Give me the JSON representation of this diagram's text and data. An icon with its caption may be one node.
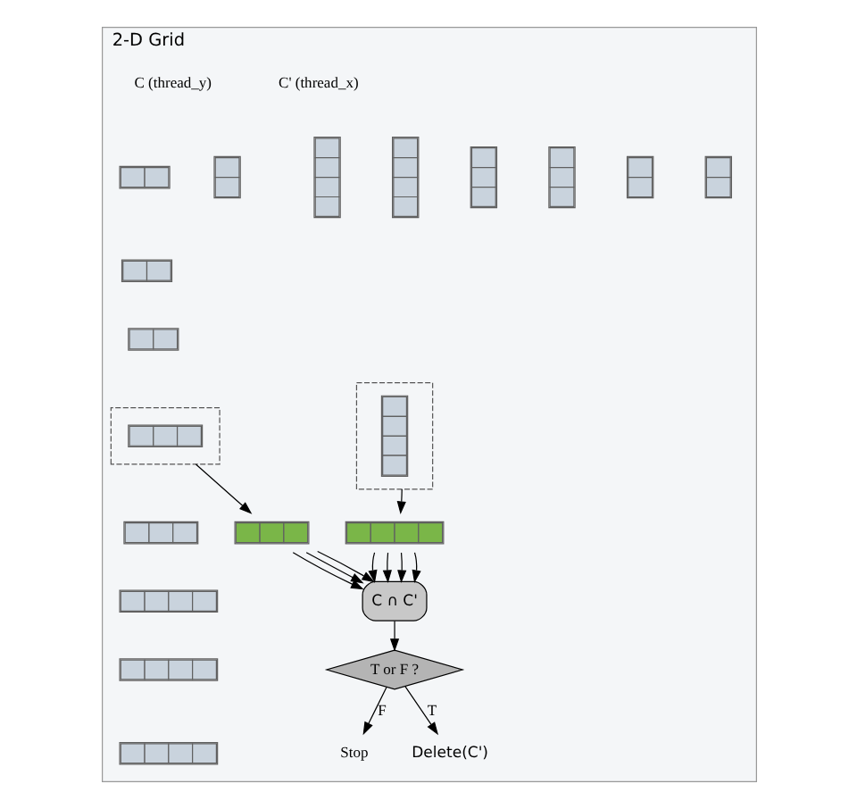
{
  "diagram": {
    "nodes": [
      {
        "text": [
          "2-D Grid"
        ]
      },
      {
        "text": [],
        "shape": "bar",
        "in": 0
      },
      {
        "text": [],
        "shape": "bar",
        "in": 0
      },
      {
        "text": [],
        "shape": "bar",
        "in": 0
      },
      {
        "text": [],
        "shape": "bar",
        "in": 0
      },
      {
        "text": [],
        "shape": "bar",
        "in": 0
      },
      {
        "text": [],
        "shape": "bar",
        "in": 0
      },
      {
        "text": [],
        "shape": "box",
        "in": 0
      },
      {
        "text": [],
        "shape": "bar",
        "in": 7
      },
      {
        "text": [],
        "shape": "bar",
        "in": 0
      },
      {
        "text": [],
        "shape": "bar",
        "in": 0
      },
      {
        "text": [],
        "shape": "bar",
        "in": 0
      },
      {
        "text": [],
        "shape": "bar",
        "in": 0
      },
      {
        "text": [],
        "shape": "box",
        "in": 0
      },
      {
        "text": [],
        "shape": "bar",
        "in": 13
      },
      {
        "text": [],
        "shape": "bar",
        "in": 0
      },
      {
        "text": [],
        "shape": "bar",
        "in": 0
      },
      {
        "text": [],
        "shape": "bar",
        "in": 0
      },
      {
        "text": [],
        "shape": "bar",
        "in": 0
      },
      {
        "text": [],
        "shape": "bar",
        "in": 0
      },
      {
        "text": [],
        "shape": "bar",
        "in": 0
      },
      {
        "text": [
          "C ∩ C'"
        ],
        "in": 0
      },
      {
        "text": [
          "T or F ?"
        ],
        "in": 0
      },
      {
        "text": [
          "Stop"
        ],
        "in": 0
      },
      {
        "text": [
          "Delete(C')"
        ],
        "in": 0
      }
    ],
    "edges": [
      {
        "from": 7,
        "to": 19,
        "arrow": "to"
      },
      {
        "from": 13,
        "to": 20,
        "arrow": "to"
      },
      {
        "from": 19,
        "to": 21,
        "arrow": "to"
      },
      {
        "from": 19,
        "to": 21,
        "arrow": "to"
      },
      {
        "from": 19,
        "to": 21,
        "arrow": "to"
      },
      {
        "from": 19,
        "to": 21,
        "arrow": "to"
      },
      {
        "from": 20,
        "to": 21,
        "arrow": "to"
      },
      {
        "from": 20,
        "to": 21,
        "arrow": "to"
      },
      {
        "from": 20,
        "to": 21,
        "arrow": "to"
      },
      {
        "from": 21,
        "to": 22,
        "arrow": "to"
      },
      {
        "from": 22,
        "to": 23,
        "arrow": "to",
        "label": "F"
      },
      {
        "from": 22,
        "to": 24,
        "arrow": "to",
        "label": "T"
      }
    ],
    "labels": [
      "C' (thread_x)",
      "C (thread_y)"
    ]
  }
}
